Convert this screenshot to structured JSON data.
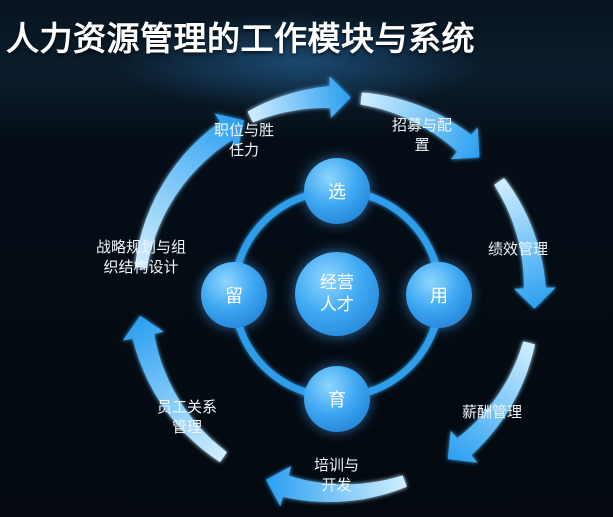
{
  "title": "人力资源管理的工作模块与系统",
  "colors": {
    "arrow_light": "#cfeeff",
    "arrow_dark": "#2a9ff0",
    "ring": "#2f9eea",
    "node": "#3da7f2"
  },
  "center": {
    "line1": "经营",
    "line2": "人才"
  },
  "inner_nodes": {
    "top": "选",
    "right": "用",
    "bottom": "育",
    "left": "留"
  },
  "outer_labels": {
    "top_left": {
      "line1": "职位与胜",
      "line2": "任力"
    },
    "top_right": {
      "line1": "招募与配",
      "line2": "置"
    },
    "right_upper": "绩效管理",
    "right_lower": "薪酬管理",
    "bottom": {
      "line1": "培训与",
      "line2": "开发"
    },
    "left_lower": {
      "line1": "员工关系",
      "line2": "管理"
    },
    "left_upper": {
      "line1": "战略规划与组",
      "line2": "织结构设计"
    }
  }
}
